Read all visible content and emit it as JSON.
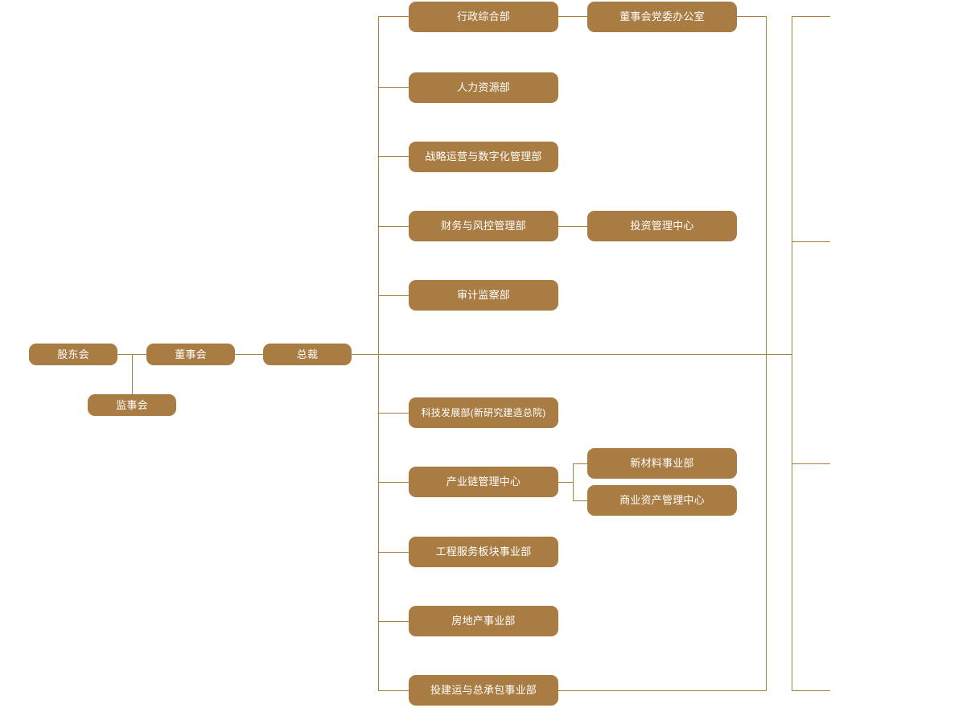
{
  "diagram": {
    "title": "",
    "type": "organization-chart",
    "colors": {
      "node_fill": "#a87c42",
      "node_text": "#ffffff",
      "connector": "#a8813f",
      "background": "#ffffff"
    },
    "nodes": {
      "shareholders_meeting": "股东会",
      "board_of_directors": "董事会",
      "board_of_supervisors": "监事会",
      "president": "总裁",
      "administrative_department": "行政综合部",
      "board_party_committee_office": "董事会党委办公室",
      "human_resources_department": "人力资源部",
      "strategy_operations_digital_management_department": "战略运营与数字化管理部",
      "finance_risk_control_department": "财务与风控管理部",
      "investment_management_center": "投资管理中心",
      "audit_supervision_department": "审计监察部",
      "technology_development_department": "科技发展部(新研究建造总院)",
      "industry_chain_management_center": "产业链管理中心",
      "new_materials_division": "新材料事业部",
      "commercial_asset_management_center": "商业资产管理中心",
      "engineering_services_division": "工程服务板块事业部",
      "real_estate_division": "房地产事业部",
      "investment_construction_epc_division": "投建运与总承包事业部"
    }
  }
}
